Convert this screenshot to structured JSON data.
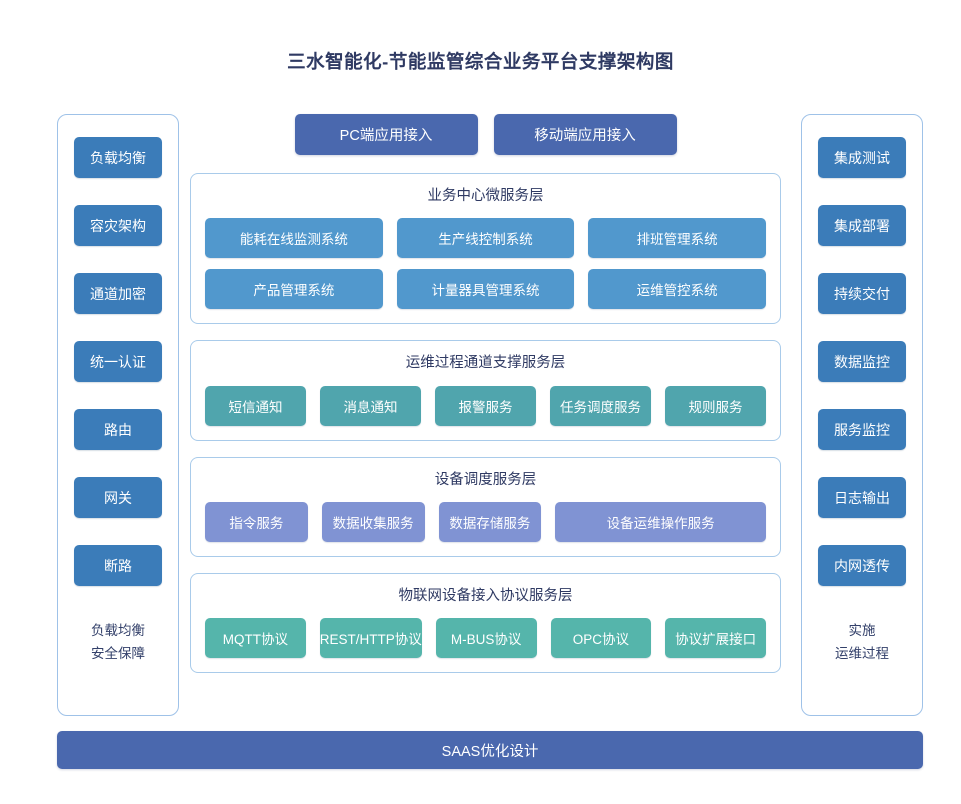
{
  "page": {
    "title": "三水智能化-节能监管综合业务平台支撑架构图",
    "background_color": "#ffffff"
  },
  "colors": {
    "title_text": "#2f3a63",
    "pillar_button": "#3b7cb9",
    "pillar_border": "#9fc2e8",
    "access_button": "#4a68ae",
    "layer_border": "#a9cbea",
    "business_node": "#5198cd",
    "ops_node": "#50a5ad",
    "device_node": "#8093d3",
    "iot_node": "#55b5ab",
    "saas_bar": "#4a68ae"
  },
  "left_pillar": {
    "items": [
      {
        "label": "负载均衡"
      },
      {
        "label": "容灾架构"
      },
      {
        "label": "通道加密"
      },
      {
        "label": "统一认证"
      },
      {
        "label": "路由"
      },
      {
        "label": "网关"
      },
      {
        "label": "断路"
      }
    ],
    "footer_line1": "负载均衡",
    "footer_line2": "安全保障"
  },
  "right_pillar": {
    "items": [
      {
        "label": "集成测试"
      },
      {
        "label": "集成部署"
      },
      {
        "label": "持续交付"
      },
      {
        "label": "数据监控"
      },
      {
        "label": "服务监控"
      },
      {
        "label": "日志输出"
      },
      {
        "label": "内网透传"
      }
    ],
    "footer_line1": "实施",
    "footer_line2": "运维过程"
  },
  "access_row": {
    "buttons": [
      {
        "label": "PC端应用接入"
      },
      {
        "label": "移动端应用接入"
      }
    ]
  },
  "layers": [
    {
      "id": "business",
      "title": "业务中心微服务层",
      "rows": [
        [
          {
            "label": "能耗在线监测系统"
          },
          {
            "label": "生产线控制系统"
          },
          {
            "label": "排班管理系统"
          }
        ],
        [
          {
            "label": "产品管理系统"
          },
          {
            "label": "计量器具管理系统"
          },
          {
            "label": "运维管控系统"
          }
        ]
      ]
    },
    {
      "id": "ops",
      "title": "运维过程通道支撑服务层",
      "rows": [
        [
          {
            "label": "短信通知"
          },
          {
            "label": "消息通知"
          },
          {
            "label": "报警服务"
          },
          {
            "label": "任务调度服务"
          },
          {
            "label": "规则服务"
          }
        ]
      ]
    },
    {
      "id": "device",
      "title": "设备调度服务层",
      "rows": [
        [
          {
            "label": "指令服务"
          },
          {
            "label": "数据收集服务"
          },
          {
            "label": "数据存储服务"
          },
          {
            "label": "设备运维操作服务",
            "wide": true
          }
        ]
      ]
    },
    {
      "id": "iot",
      "title": "物联网设备接入协议服务层",
      "rows": [
        [
          {
            "label": "MQTT协议"
          },
          {
            "label": "REST/HTTP协议"
          },
          {
            "label": "M-BUS协议"
          },
          {
            "label": "OPC协议"
          },
          {
            "label": "协议扩展接口"
          }
        ]
      ]
    }
  ],
  "saas_bar": {
    "label": "SAAS优化设计"
  }
}
